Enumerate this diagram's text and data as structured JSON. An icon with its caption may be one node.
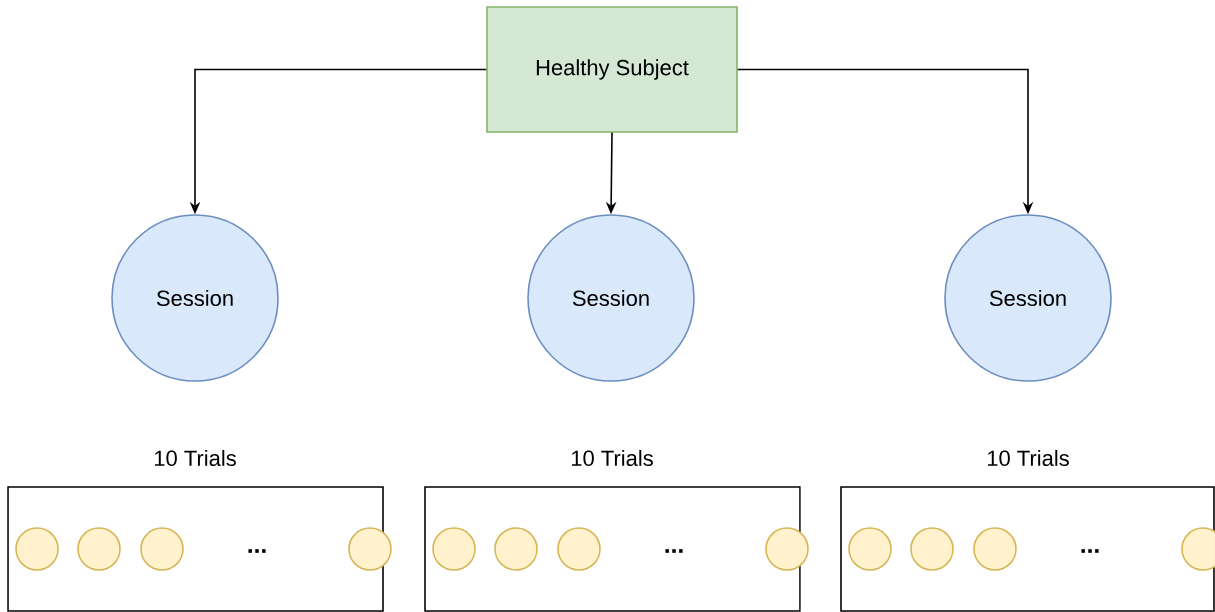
{
  "diagram": {
    "nodes": [
      {
        "text": [
          "Healthy Subject"
        ]
      },
      {
        "text": [
          "Session"
        ]
      },
      {
        "text": [
          "Session"
        ]
      },
      {
        "text": [
          "Session"
        ]
      },
      {
        "text": [
          "10 Trials",
          "..."
        ]
      },
      {
        "text": [
          "10 Trials",
          "..."
        ]
      },
      {
        "text": [
          "10 Trials",
          "..."
        ]
      },
      {
        "text": [],
        "shape": "circle",
        "in": 4
      },
      {
        "text": [],
        "shape": "circle",
        "in": 4
      },
      {
        "text": [],
        "shape": "circle",
        "in": 4
      },
      {
        "text": [],
        "shape": "circle",
        "in": 4
      },
      {
        "text": [],
        "shape": "circle",
        "in": 5
      },
      {
        "text": [],
        "shape": "circle",
        "in": 5
      },
      {
        "text": [],
        "shape": "circle",
        "in": 5
      },
      {
        "text": [],
        "shape": "circle",
        "in": 5
      },
      {
        "text": [],
        "shape": "circle",
        "in": 6
      },
      {
        "text": [],
        "shape": "circle",
        "in": 6
      },
      {
        "text": [],
        "shape": "circle",
        "in": 6
      },
      {
        "text": [],
        "shape": "circle",
        "in": 6
      }
    ],
    "edges": [
      {
        "from": 0,
        "to": 1,
        "arrow": "to"
      },
      {
        "from": 0,
        "to": 2,
        "arrow": "to"
      },
      {
        "from": 0,
        "to": 3,
        "arrow": "to"
      }
    ]
  }
}
